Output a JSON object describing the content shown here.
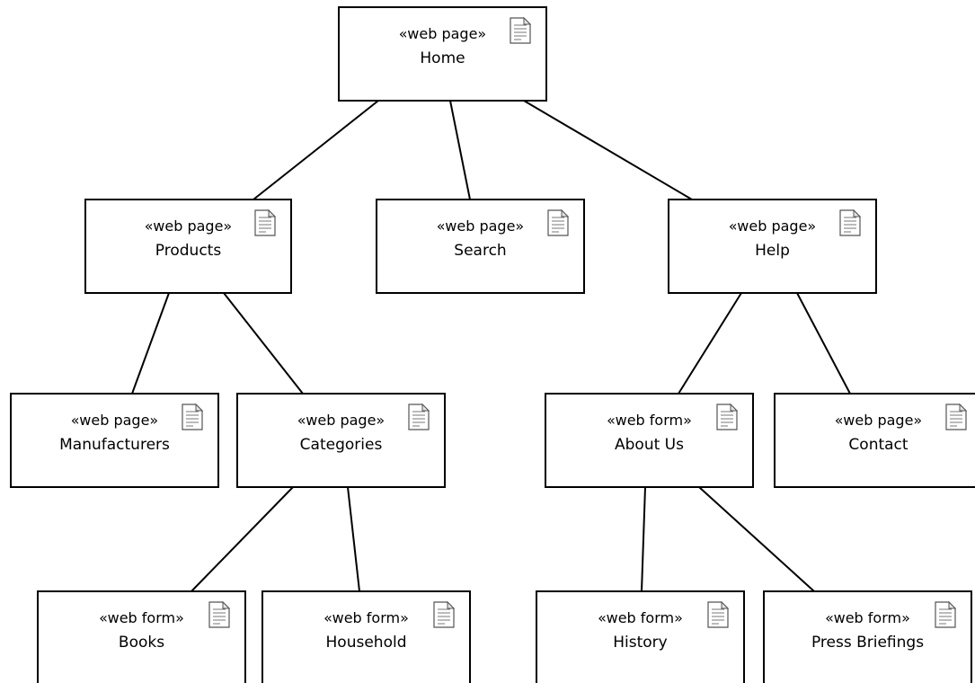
{
  "diagram": {
    "nodes": [
      {
        "id": "home",
        "stereotype": "«web page»",
        "name": "Home"
      },
      {
        "id": "products",
        "stereotype": "«web page»",
        "name": "Products"
      },
      {
        "id": "search",
        "stereotype": "«web page»",
        "name": "Search"
      },
      {
        "id": "help",
        "stereotype": "«web page»",
        "name": "Help"
      },
      {
        "id": "manufacturers",
        "stereotype": "«web page»",
        "name": "Manufacturers"
      },
      {
        "id": "categories",
        "stereotype": "«web page»",
        "name": "Categories"
      },
      {
        "id": "about-us",
        "stereotype": "«web form»",
        "name": "About Us"
      },
      {
        "id": "contact",
        "stereotype": "«web page»",
        "name": "Contact"
      },
      {
        "id": "books",
        "stereotype": "«web form»",
        "name": "Books"
      },
      {
        "id": "household",
        "stereotype": "«web form»",
        "name": "Household"
      },
      {
        "id": "history",
        "stereotype": "«web form»",
        "name": "History"
      },
      {
        "id": "press-briefings",
        "stereotype": "«web form»",
        "name": "Press Briefings"
      }
    ],
    "edges": [
      {
        "from": "home",
        "to": "products"
      },
      {
        "from": "home",
        "to": "search"
      },
      {
        "from": "home",
        "to": "help"
      },
      {
        "from": "products",
        "to": "manufacturers"
      },
      {
        "from": "products",
        "to": "categories"
      },
      {
        "from": "help",
        "to": "about-us"
      },
      {
        "from": "help",
        "to": "contact"
      },
      {
        "from": "categories",
        "to": "books"
      },
      {
        "from": "categories",
        "to": "household"
      },
      {
        "from": "about-us",
        "to": "history"
      },
      {
        "from": "about-us",
        "to": "press-briefings"
      }
    ],
    "node_icon": "document-icon"
  }
}
